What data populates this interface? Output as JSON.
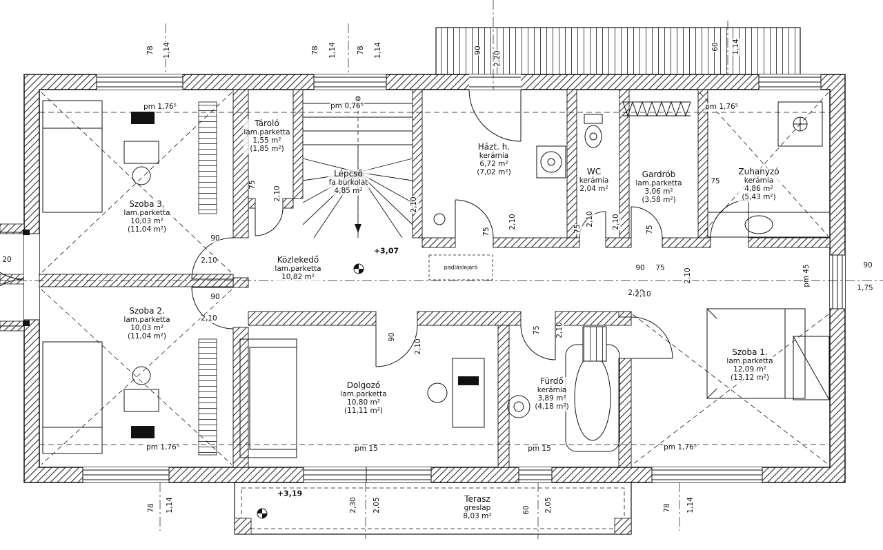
{
  "rooms": {
    "szoba3": {
      "name": "Szoba 3.",
      "floor": "lam.parketta",
      "area": "10,03 m²",
      "area_total": "(11,04 m²)"
    },
    "szoba2": {
      "name": "Szoba 2.",
      "floor": "lam.parketta",
      "area": "10,03 m²",
      "area_total": "(11,04 m²)"
    },
    "szoba1": {
      "name": "Szoba 1.",
      "floor": "lam.parketta",
      "area": "12,09 m²",
      "area_total": "(13,12 m²)"
    },
    "tarolo": {
      "name": "Tároló",
      "floor": "lam.parketta",
      "area": "1,55 m²",
      "area_total": "(1,85 m²)"
    },
    "lepcso": {
      "name": "Lépcső",
      "floor": "fa burkolat",
      "area": "4,85 m²"
    },
    "hazth": {
      "name": "Házt. h.",
      "floor": "kerámia",
      "area": "6,72 m²",
      "area_total": "(7,02 m²)"
    },
    "wc": {
      "name": "WC",
      "floor": "kerámia",
      "area": "2,04 m²"
    },
    "gardrob": {
      "name": "Gardrób",
      "floor": "lam.parketta",
      "area": "3,06 m²",
      "area_total": "(3,58 m²)"
    },
    "zuhanyzo": {
      "name": "Zuhanyzó",
      "floor": "kerámia",
      "area": "4,86 m²",
      "area_total": "(5,43 m²)"
    },
    "kozlekedo": {
      "name": "Közlekedő",
      "floor": "lam.parketta",
      "area": "10,82 m²"
    },
    "dolgozo": {
      "name": "Dolgozó",
      "floor": "lam.parketta",
      "area": "10,80 m²",
      "area_total": "(11,11 m²)"
    },
    "furdo": {
      "name": "Fürdő",
      "floor": "kerámia",
      "area": "3,89 m²",
      "area_total": "(4,18 m²)"
    },
    "terasz": {
      "name": "Terasz",
      "floor": "greslap",
      "area": "8,03 m²"
    }
  },
  "levels": {
    "hall": "+3,07",
    "terrace": "+3,19"
  },
  "annotations": {
    "attic_hatch": "padláslejáró"
  },
  "pm": {
    "p_tl": "pm 1,76⁵",
    "p_tc": "pm 0,76⁵",
    "p_tr": "pm 1,76⁵",
    "p_bl": "pm 1,76⁵",
    "p_br": "pm 1,76⁵",
    "p15a": "pm 15",
    "p15b": "pm 15",
    "p45": "pm 45"
  },
  "dims": {
    "top": [
      "78",
      "1,14",
      "78",
      "1,14",
      "78",
      "1,14",
      "90",
      "2,20",
      "60",
      "1,14"
    ],
    "bottom": [
      "78",
      "1,14",
      "2,30",
      "2,05",
      "60",
      "2,05",
      "78",
      "1,14"
    ],
    "left": [
      "20"
    ],
    "right": [
      "90",
      "1,75"
    ],
    "inner": [
      "75",
      "2,10",
      "90",
      "2,10",
      "90",
      "2,10",
      "2,10",
      "75",
      "2,10",
      "75",
      "2,10",
      "75",
      "2,10",
      "90",
      "75",
      "2,10",
      "2,10",
      "75",
      "90",
      "2,10",
      "75",
      "2,10",
      "2,10"
    ]
  },
  "colors": {
    "line": "#111111",
    "hatch": "#333333",
    "paper": "#ffffff"
  }
}
